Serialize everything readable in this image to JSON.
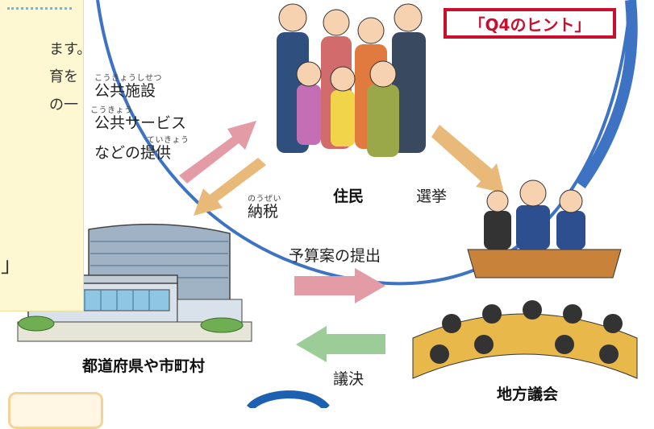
{
  "hint": {
    "label": "「Q4のヒント」"
  },
  "note": {
    "lines": [
      "ます。",
      "育を",
      "の一",
      "」"
    ]
  },
  "residents": {
    "label": "住民"
  },
  "government": {
    "label": "都道府県や市町村"
  },
  "council": {
    "label": "地方議会"
  },
  "flows": {
    "services": {
      "line1": "公共施設",
      "line1_ruby": "こうきょうしせつ",
      "line2": "公共サービス",
      "line2_ruby": "こうきょう",
      "line3": "などの提供",
      "line3_ruby": "ていきょう"
    },
    "tax": {
      "label": "納税",
      "ruby": "のうぜい"
    },
    "election": {
      "label": "選挙"
    },
    "budget": {
      "label": "予算案の提出"
    },
    "resolution": {
      "label": "議決"
    }
  },
  "colors": {
    "circle": "#3e73c4",
    "arrow_pink": "#e39ba5",
    "arrow_orange": "#e9b97a",
    "arrow_green": "#9ccc98",
    "hint_red": "#c8102e",
    "note_bg": "#fdf8d2"
  }
}
